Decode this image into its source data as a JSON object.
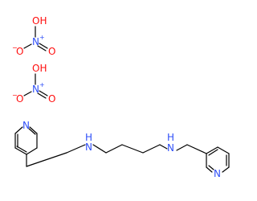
{
  "structure": {
    "nitric_acid_1": {
      "oh": "OH",
      "n": "N",
      "n_charge": "+",
      "o_minus": "O",
      "o_minus_charge": "−",
      "o_double": "O"
    },
    "nitric_acid_2": {
      "oh": "OH",
      "n": "N",
      "n_charge": "+",
      "o_minus": "O",
      "o_minus_charge": "−",
      "o_double": "O"
    },
    "diamine": {
      "nh_left": "H",
      "n_left": "N",
      "nh_right": "H",
      "n_right": "N",
      "pyridine_n_left": "N",
      "pyridine_n_right": "N"
    }
  },
  "colors": {
    "carbon_bond": "#000000",
    "nitrogen": "#3050F8",
    "oxygen": "#FF0D0D"
  }
}
